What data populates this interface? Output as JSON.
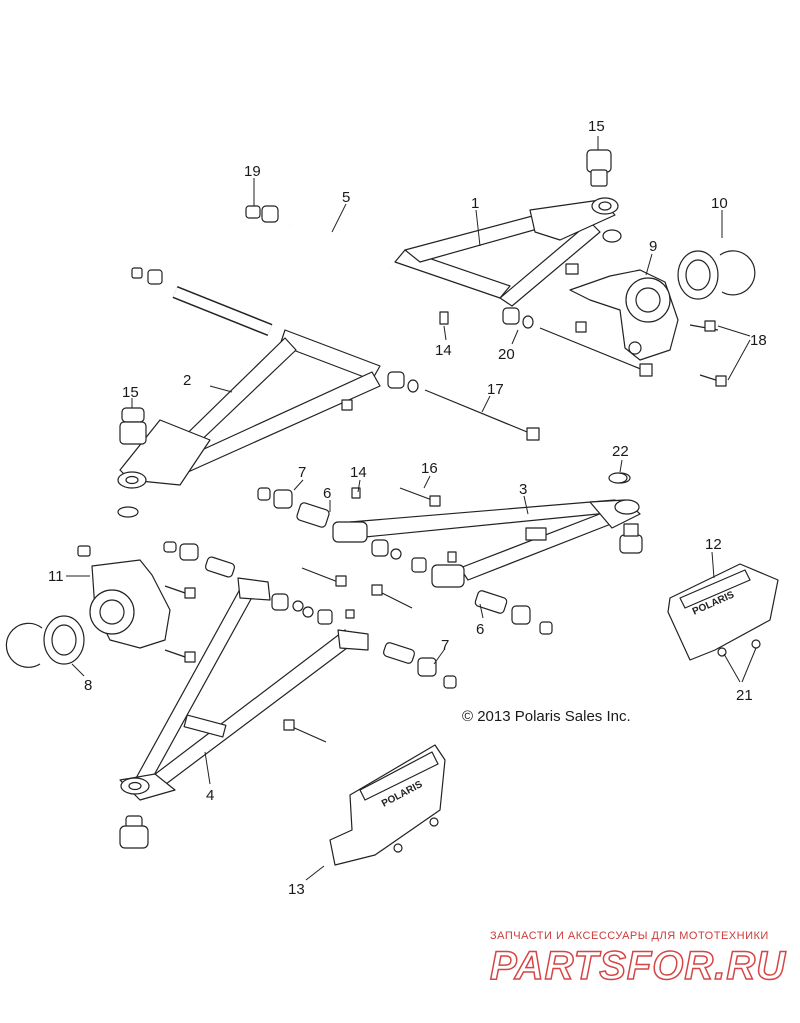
{
  "copyright": "© 2013 Polaris Sales Inc.",
  "watermark": {
    "subtitle": "ЗАПЧАСТИ И АКСЕССУАРЫ ДЛЯ МОТОТЕХНИКИ",
    "brand": "PARTSFOR.RU"
  },
  "shield_logo_text": "POLARIS",
  "callouts": {
    "c1": "1",
    "c2": "2",
    "c3": "3",
    "c4": "4",
    "c5": "5",
    "c6a": "6",
    "c6b": "6",
    "c7a": "7",
    "c7b": "7",
    "c8": "8",
    "c9": "9",
    "c10": "10",
    "c11": "11",
    "c12": "12",
    "c13": "13",
    "c14a": "14",
    "c14b": "14",
    "c15a": "15",
    "c15b": "15",
    "c16": "16",
    "c17": "17",
    "c18": "18",
    "c19": "19",
    "c20": "20",
    "c21": "21",
    "c22": "22"
  }
}
